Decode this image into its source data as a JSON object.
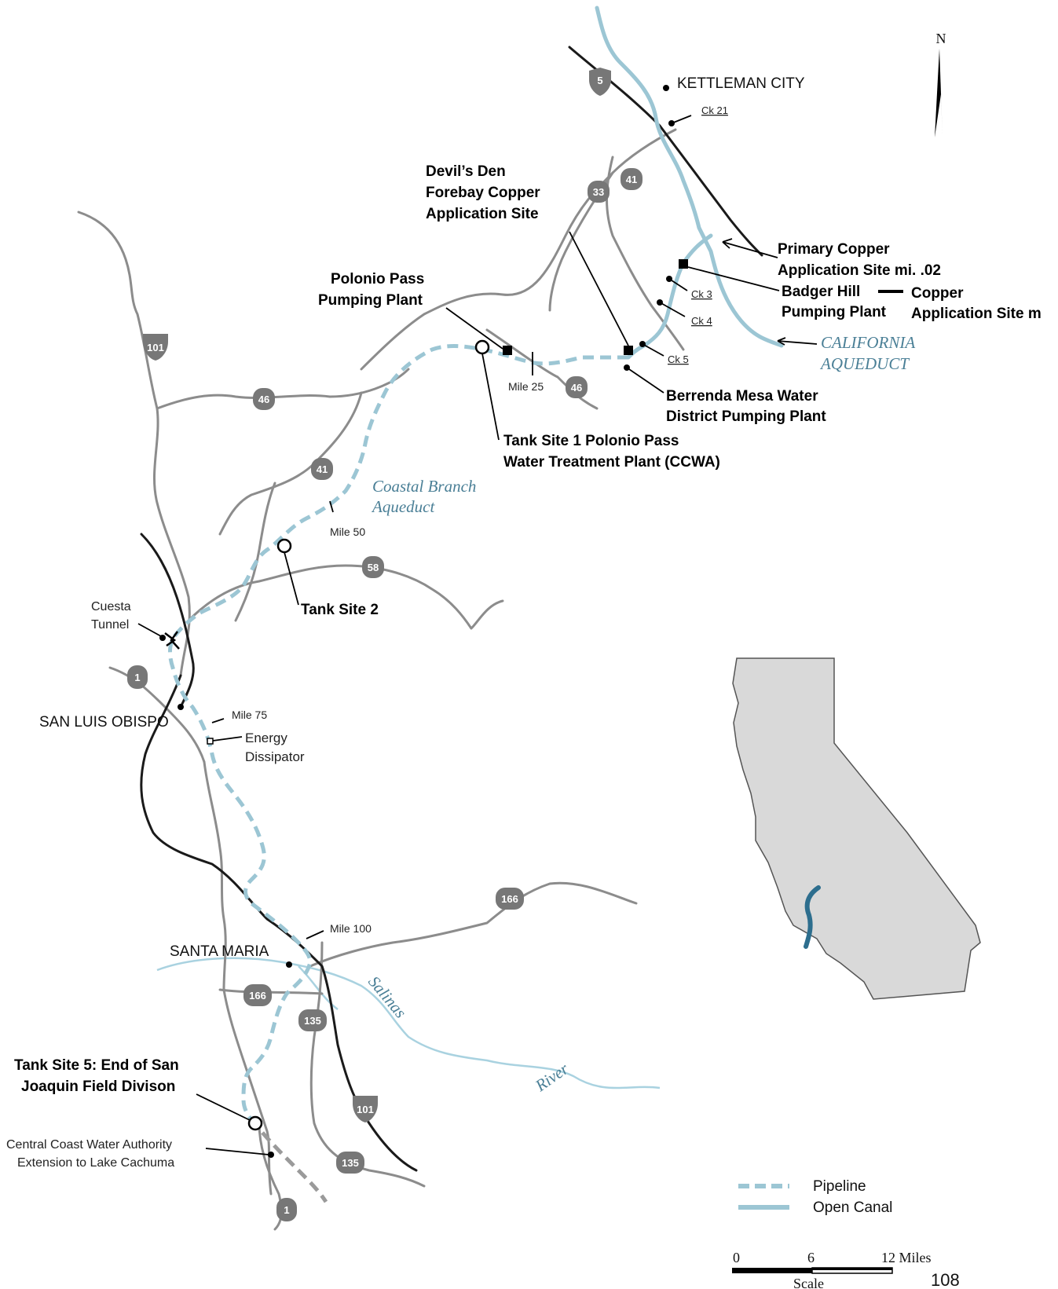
{
  "north_arrow": "N",
  "places": {
    "kettleman_city": "KETTLEMAN CITY",
    "san_luis_obispo": "SAN LUIS OBISPO",
    "santa_maria": "SANTA MARIA"
  },
  "checks": {
    "ck21": "Ck 21",
    "ck3": "Ck 3",
    "ck4": "Ck 4",
    "ck5": "Ck 5"
  },
  "miles": {
    "m25": "Mile 25",
    "m50": "Mile 50",
    "m75": "Mile 75",
    "m100": "Mile 100"
  },
  "highways": {
    "i5": "5",
    "sr33": "33",
    "sr41a": "41",
    "sr41b": "41",
    "us101a": "101",
    "sr46a": "46",
    "sr46b": "46",
    "sr58": "58",
    "sr1a": "1",
    "sr166a": "166",
    "sr166b": "166",
    "sr135a": "135",
    "sr135b": "135",
    "us101b": "101",
    "sr1b": "1"
  },
  "sites": {
    "devils_den_1": "Devil’s Den",
    "devils_den_2": "Forebay Copper",
    "devils_den_3": "Application Site",
    "primary_1": "Primary Copper",
    "primary_2": "Application Site mi. .02",
    "badger_1": "Badger Hill",
    "badger_2": "Pumping Plant",
    "copper_1": "Copper",
    "copper_2": "Application Site m",
    "polonio_1": "Polonio Pass",
    "polonio_2": "Pumping Plant",
    "berrenda_1": "Berrenda Mesa Water",
    "berrenda_2": "District Pumping Plant",
    "tank1_1": "Tank Site 1 Polonio Pass",
    "tank1_2": "Water Treatment Plant (CCWA)",
    "tank2": "Tank Site 2",
    "cuesta_1": "Cuesta",
    "cuesta_2": "Tunnel",
    "energy_1": "Energy",
    "energy_2": "Dissipator",
    "tank5_1": "Tank Site 5: End of San",
    "tank5_2": "Joaquin Field Divison",
    "ccwa_1": "Central Coast Water Authority",
    "ccwa_2": "Extension to Lake Cachuma"
  },
  "water": {
    "ca_aqueduct_1": "CALIFORNIA",
    "ca_aqueduct_2": "AQUEDUCT",
    "coastal_1": "Coastal Branch",
    "coastal_2": "Aqueduct",
    "salinas": "Salinas",
    "river": "River"
  },
  "legend": {
    "pipeline": "Pipeline",
    "open_canal": "Open Canal"
  },
  "scale": {
    "t0": "0",
    "t6": "6",
    "t12": "12 Miles",
    "label": "Scale"
  },
  "page_number": "108",
  "colors": {
    "aqueduct": "#9cc6d4",
    "road": "#8c8c8c",
    "freeway": "#1a1a1a",
    "shield": "#777777",
    "inset_state": "#d9d9d9",
    "inset_route": "#2d6e8e"
  }
}
